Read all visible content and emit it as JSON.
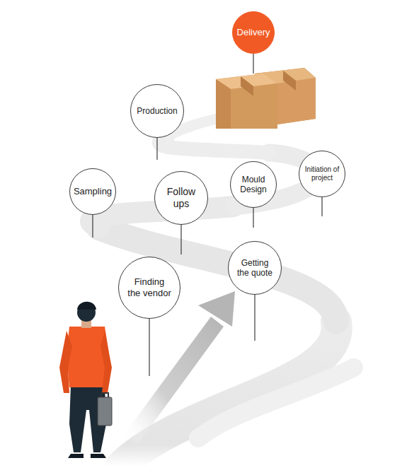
{
  "diagram": {
    "nodes": [
      {
        "text": [
          "Delivery"
        ]
      },
      {
        "text": [
          "Production"
        ]
      },
      {
        "text": [
          "Initiation of project"
        ]
      },
      {
        "text": [
          "Mould Design"
        ]
      },
      {
        "text": [
          "Sampling"
        ]
      },
      {
        "text": [
          "Follow ups"
        ]
      },
      {
        "text": [
          "Getting the quote"
        ]
      },
      {
        "text": [
          "Finding the vendor"
        ]
      }
    ]
  }
}
